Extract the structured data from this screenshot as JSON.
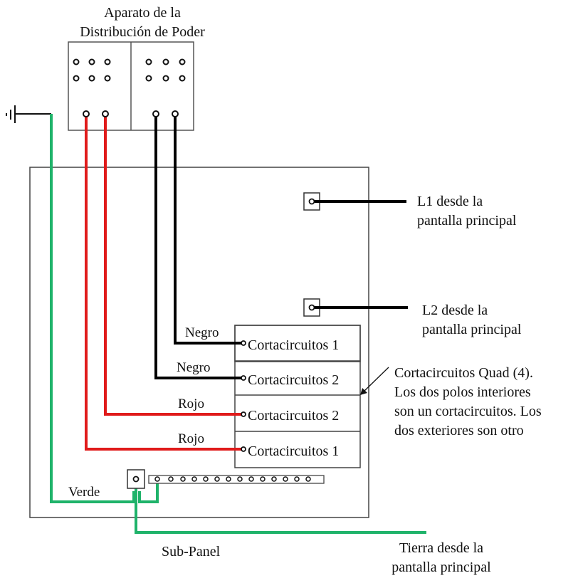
{
  "labels": {
    "device_title_line1": "Aparato de la",
    "device_title_line2": "Distribución de Poder",
    "l1_line1": "L1 desde la",
    "l1_line2": "pantalla principal",
    "l2_line1": "L2 desde la",
    "l2_line2": "pantalla principal",
    "wire_black_1": "Negro",
    "wire_black_2": "Negro",
    "wire_red_1": "Rojo",
    "wire_red_2": "Rojo",
    "wire_green": "Verde",
    "breaker_1": "Cortacircuitos 1",
    "breaker_2": "Cortacircuitos 2",
    "breaker_3": "Cortacircuitos 2",
    "breaker_4": "Cortacircuitos 1",
    "quad_note_line1": "Cortacircuitos Quad (4).",
    "quad_note_line2": "Los dos polos interiores",
    "quad_note_line3": "son un cortacircuitos.  Los",
    "quad_note_line4": "dos exteriores son otro",
    "subpanel": "Sub-Panel",
    "ground_line1": "Tierra desde la",
    "ground_line2": "pantalla principal"
  },
  "colors": {
    "hot_black": "#000000",
    "hot_red": "#e01b1b",
    "ground_green": "#1fb36a",
    "outline": "#333333"
  },
  "icons": [
    "ground-symbol-icon"
  ]
}
